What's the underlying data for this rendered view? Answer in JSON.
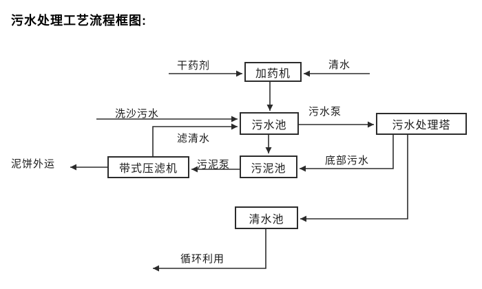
{
  "title": "污水处理工艺流程框图:",
  "colors": {
    "background": "#ffffff",
    "line": "#2b2b2b",
    "text": "#000000"
  },
  "diagram": {
    "nodes": {
      "dosing_machine": "加药机",
      "sewage_pool": "污水池",
      "treatment_tower": "污水处理塔",
      "sludge_pool": "污泥池",
      "belt_filter_press": "带式压滤机",
      "clean_water_pool": "清水池"
    },
    "labels": {
      "dry_agent": "干药剂",
      "clean_water": "清水",
      "sand_washing_sewage": "洗沙污水",
      "sewage_pump": "污水泵",
      "filtered_water": "滤清水",
      "sludge_pump": "污泥泵",
      "bottom_sewage": "底部污水",
      "mud_cake_out": "泥饼外运",
      "recycling": "循环利用"
    },
    "edges": [
      {
        "from": "干药剂",
        "to": "加药机",
        "label": "干药剂"
      },
      {
        "from": "清水",
        "to": "加药机",
        "label": "清水"
      },
      {
        "from": "加药机",
        "to": "污水池",
        "label": ""
      },
      {
        "from": "洗沙污水",
        "to": "污水池",
        "label": "洗沙污水"
      },
      {
        "from": "带式压滤机",
        "to": "污水池",
        "label": "滤清水"
      },
      {
        "from": "污水池",
        "to": "污水处理塔",
        "label": "污水泵"
      },
      {
        "from": "污水池",
        "to": "污泥池",
        "label": ""
      },
      {
        "from": "污水处理塔",
        "to": "污泥池",
        "label": "底部污水"
      },
      {
        "from": "污泥池",
        "to": "带式压滤机",
        "label": "污泥泵"
      },
      {
        "from": "带式压滤机",
        "to": "泥饼外运",
        "label": "泥饼外运"
      },
      {
        "from": "污水处理塔",
        "to": "清水池",
        "label": ""
      },
      {
        "from": "清水池",
        "to": "循环利用",
        "label": "循环利用"
      }
    ]
  }
}
